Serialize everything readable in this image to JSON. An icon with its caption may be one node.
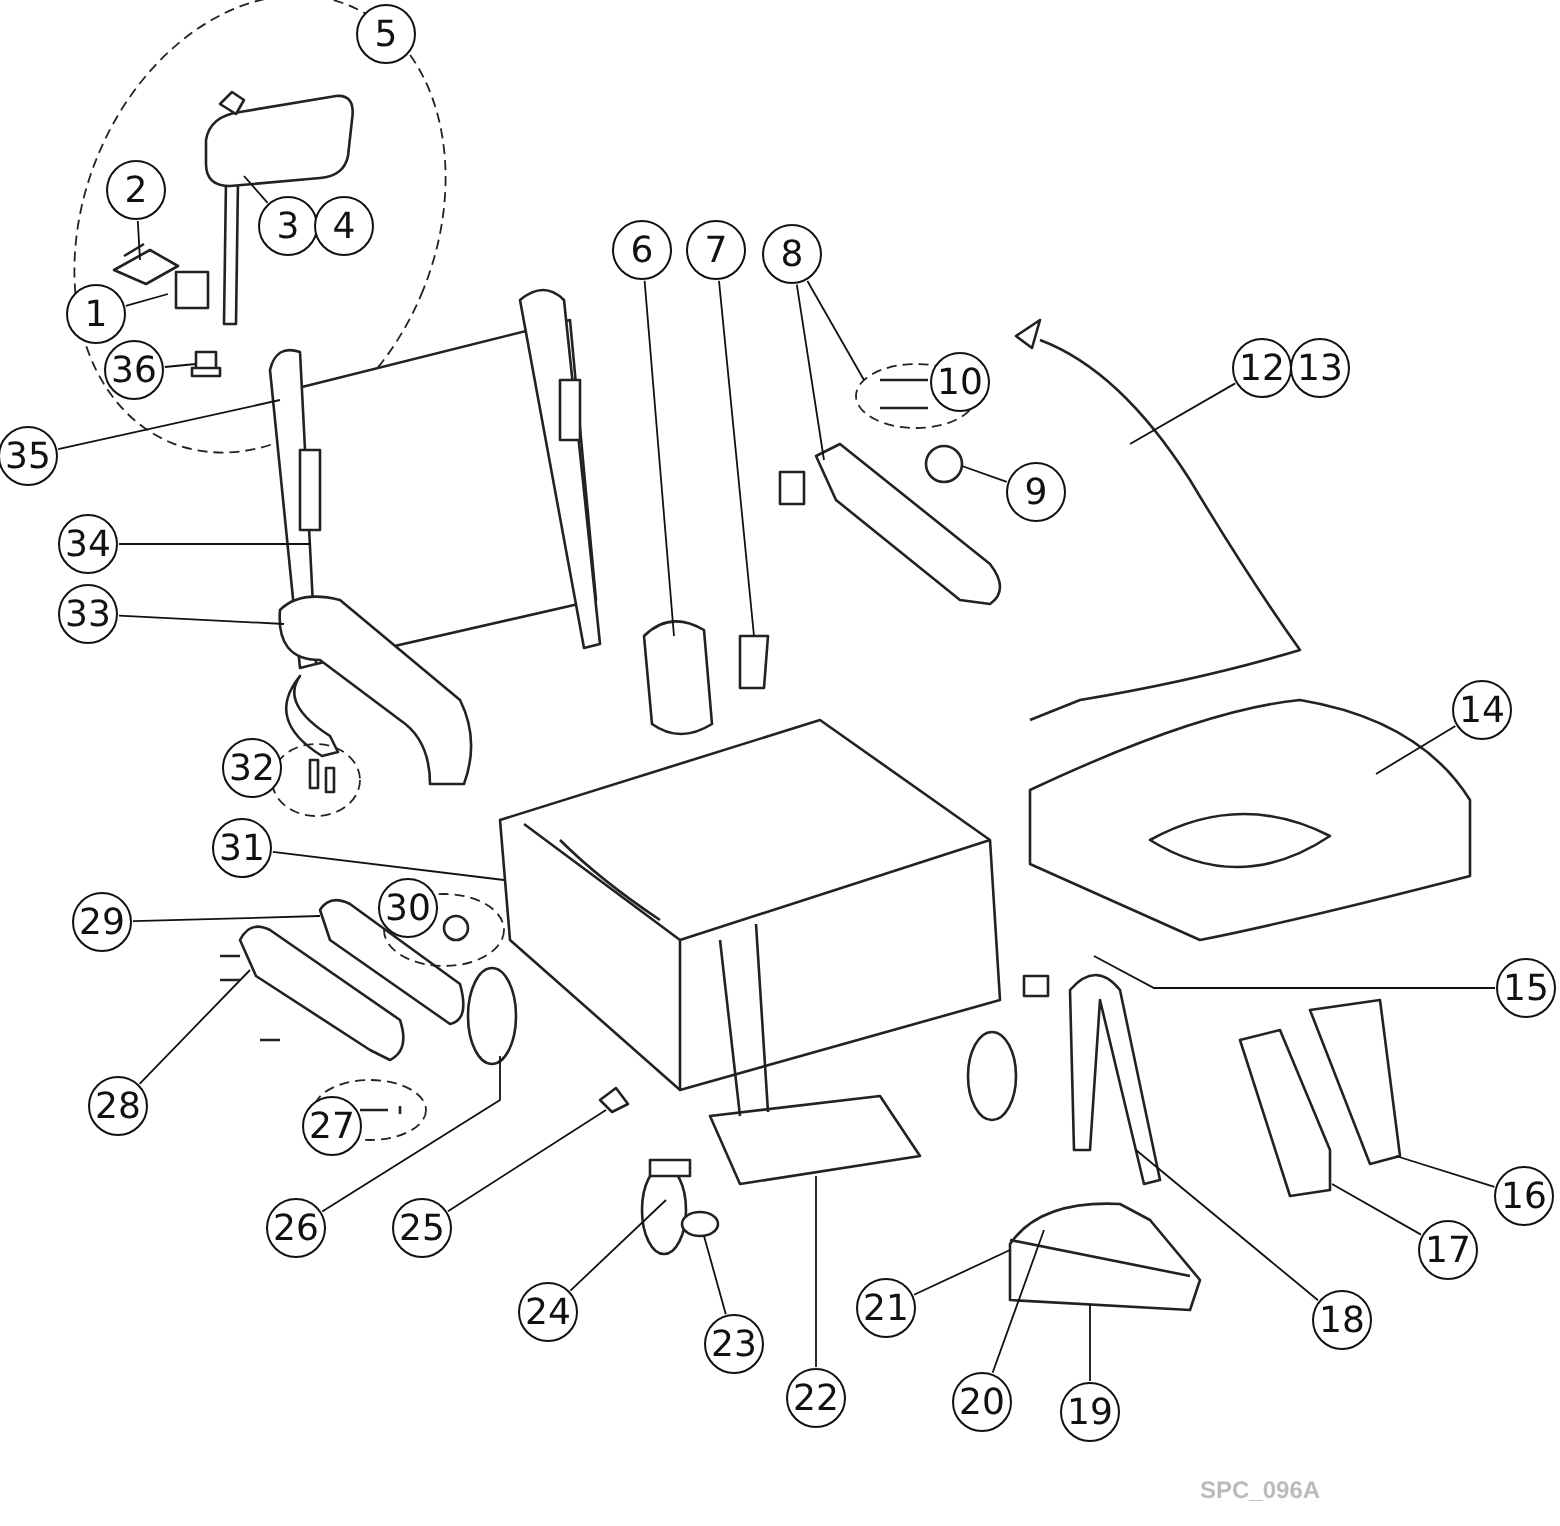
{
  "diagram": {
    "nodes": [
      {
        "text": [
          "1"
        ]
      },
      {
        "text": [
          "2"
        ]
      },
      {
        "text": [
          "3"
        ]
      },
      {
        "text": [
          "4"
        ]
      },
      {
        "text": [
          "5"
        ]
      },
      {
        "text": [
          "6"
        ]
      },
      {
        "text": [
          "7"
        ]
      },
      {
        "text": [
          "8"
        ]
      },
      {
        "text": [
          "9"
        ]
      },
      {
        "text": [
          "10"
        ]
      },
      {
        "text": [
          "12"
        ]
      },
      {
        "text": [
          "13"
        ]
      },
      {
        "text": [
          "14"
        ]
      },
      {
        "text": [
          "15"
        ]
      },
      {
        "text": [
          "16"
        ]
      },
      {
        "text": [
          "17"
        ]
      },
      {
        "text": [
          "18"
        ]
      },
      {
        "text": [
          "19"
        ]
      },
      {
        "text": [
          "20"
        ]
      },
      {
        "text": [
          "21"
        ]
      },
      {
        "text": [
          "22"
        ]
      },
      {
        "text": [
          "23"
        ]
      },
      {
        "text": [
          "24"
        ]
      },
      {
        "text": [
          "25"
        ]
      },
      {
        "text": [
          "26"
        ]
      },
      {
        "text": [
          "27"
        ]
      },
      {
        "text": [
          "28"
        ]
      },
      {
        "text": [
          "29"
        ]
      },
      {
        "text": [
          "30"
        ]
      },
      {
        "text": [
          "31"
        ]
      },
      {
        "text": [
          "32"
        ]
      },
      {
        "text": [
          "33"
        ]
      },
      {
        "text": [
          "34"
        ]
      },
      {
        "text": [
          "35"
        ]
      },
      {
        "text": [
          "36"
        ]
      }
    ],
    "edges": [
      {
        "from": 0,
        "to": null,
        "arrow": "none"
      },
      {
        "from": 1,
        "to": null,
        "arrow": "none"
      },
      {
        "from": 2,
        "to": null,
        "arrow": "none"
      },
      {
        "from": 5,
        "to": null,
        "arrow": "none"
      },
      {
        "from": 6,
        "to": null,
        "arrow": "none"
      },
      {
        "from": 7,
        "to": null,
        "arrow": "none"
      },
      {
        "from": 7,
        "to": null,
        "arrow": "none"
      },
      {
        "from": 8,
        "to": null,
        "arrow": "none"
      },
      {
        "from": 10,
        "to": null,
        "arrow": "none"
      },
      {
        "from": 12,
        "to": null,
        "arrow": "none"
      },
      {
        "from": 13,
        "to": null,
        "arrow": "none"
      },
      {
        "from": 14,
        "to": null,
        "arrow": "none"
      },
      {
        "from": 15,
        "to": null,
        "arrow": "none"
      },
      {
        "from": 16,
        "to": null,
        "arrow": "none"
      },
      {
        "from": 17,
        "to": null,
        "arrow": "none"
      },
      {
        "from": 18,
        "to": null,
        "arrow": "none"
      },
      {
        "from": 19,
        "to": null,
        "arrow": "none"
      },
      {
        "from": 20,
        "to": null,
        "arrow": "none"
      },
      {
        "from": 21,
        "to": null,
        "arrow": "none"
      },
      {
        "from": 22,
        "to": null,
        "arrow": "none"
      },
      {
        "from": 23,
        "to": null,
        "arrow": "none"
      },
      {
        "from": 24,
        "to": null,
        "arrow": "none"
      },
      {
        "from": 26,
        "to": null,
        "arrow": "none"
      },
      {
        "from": 27,
        "to": null,
        "arrow": "none"
      },
      {
        "from": 29,
        "to": null,
        "arrow": "none"
      },
      {
        "from": 31,
        "to": null,
        "arrow": "none"
      },
      {
        "from": 32,
        "to": null,
        "arrow": "none"
      },
      {
        "from": 33,
        "to": null,
        "arrow": "none"
      },
      {
        "from": 34,
        "to": null,
        "arrow": "none"
      }
    ],
    "labels": [
      "SPC_096A"
    ]
  }
}
